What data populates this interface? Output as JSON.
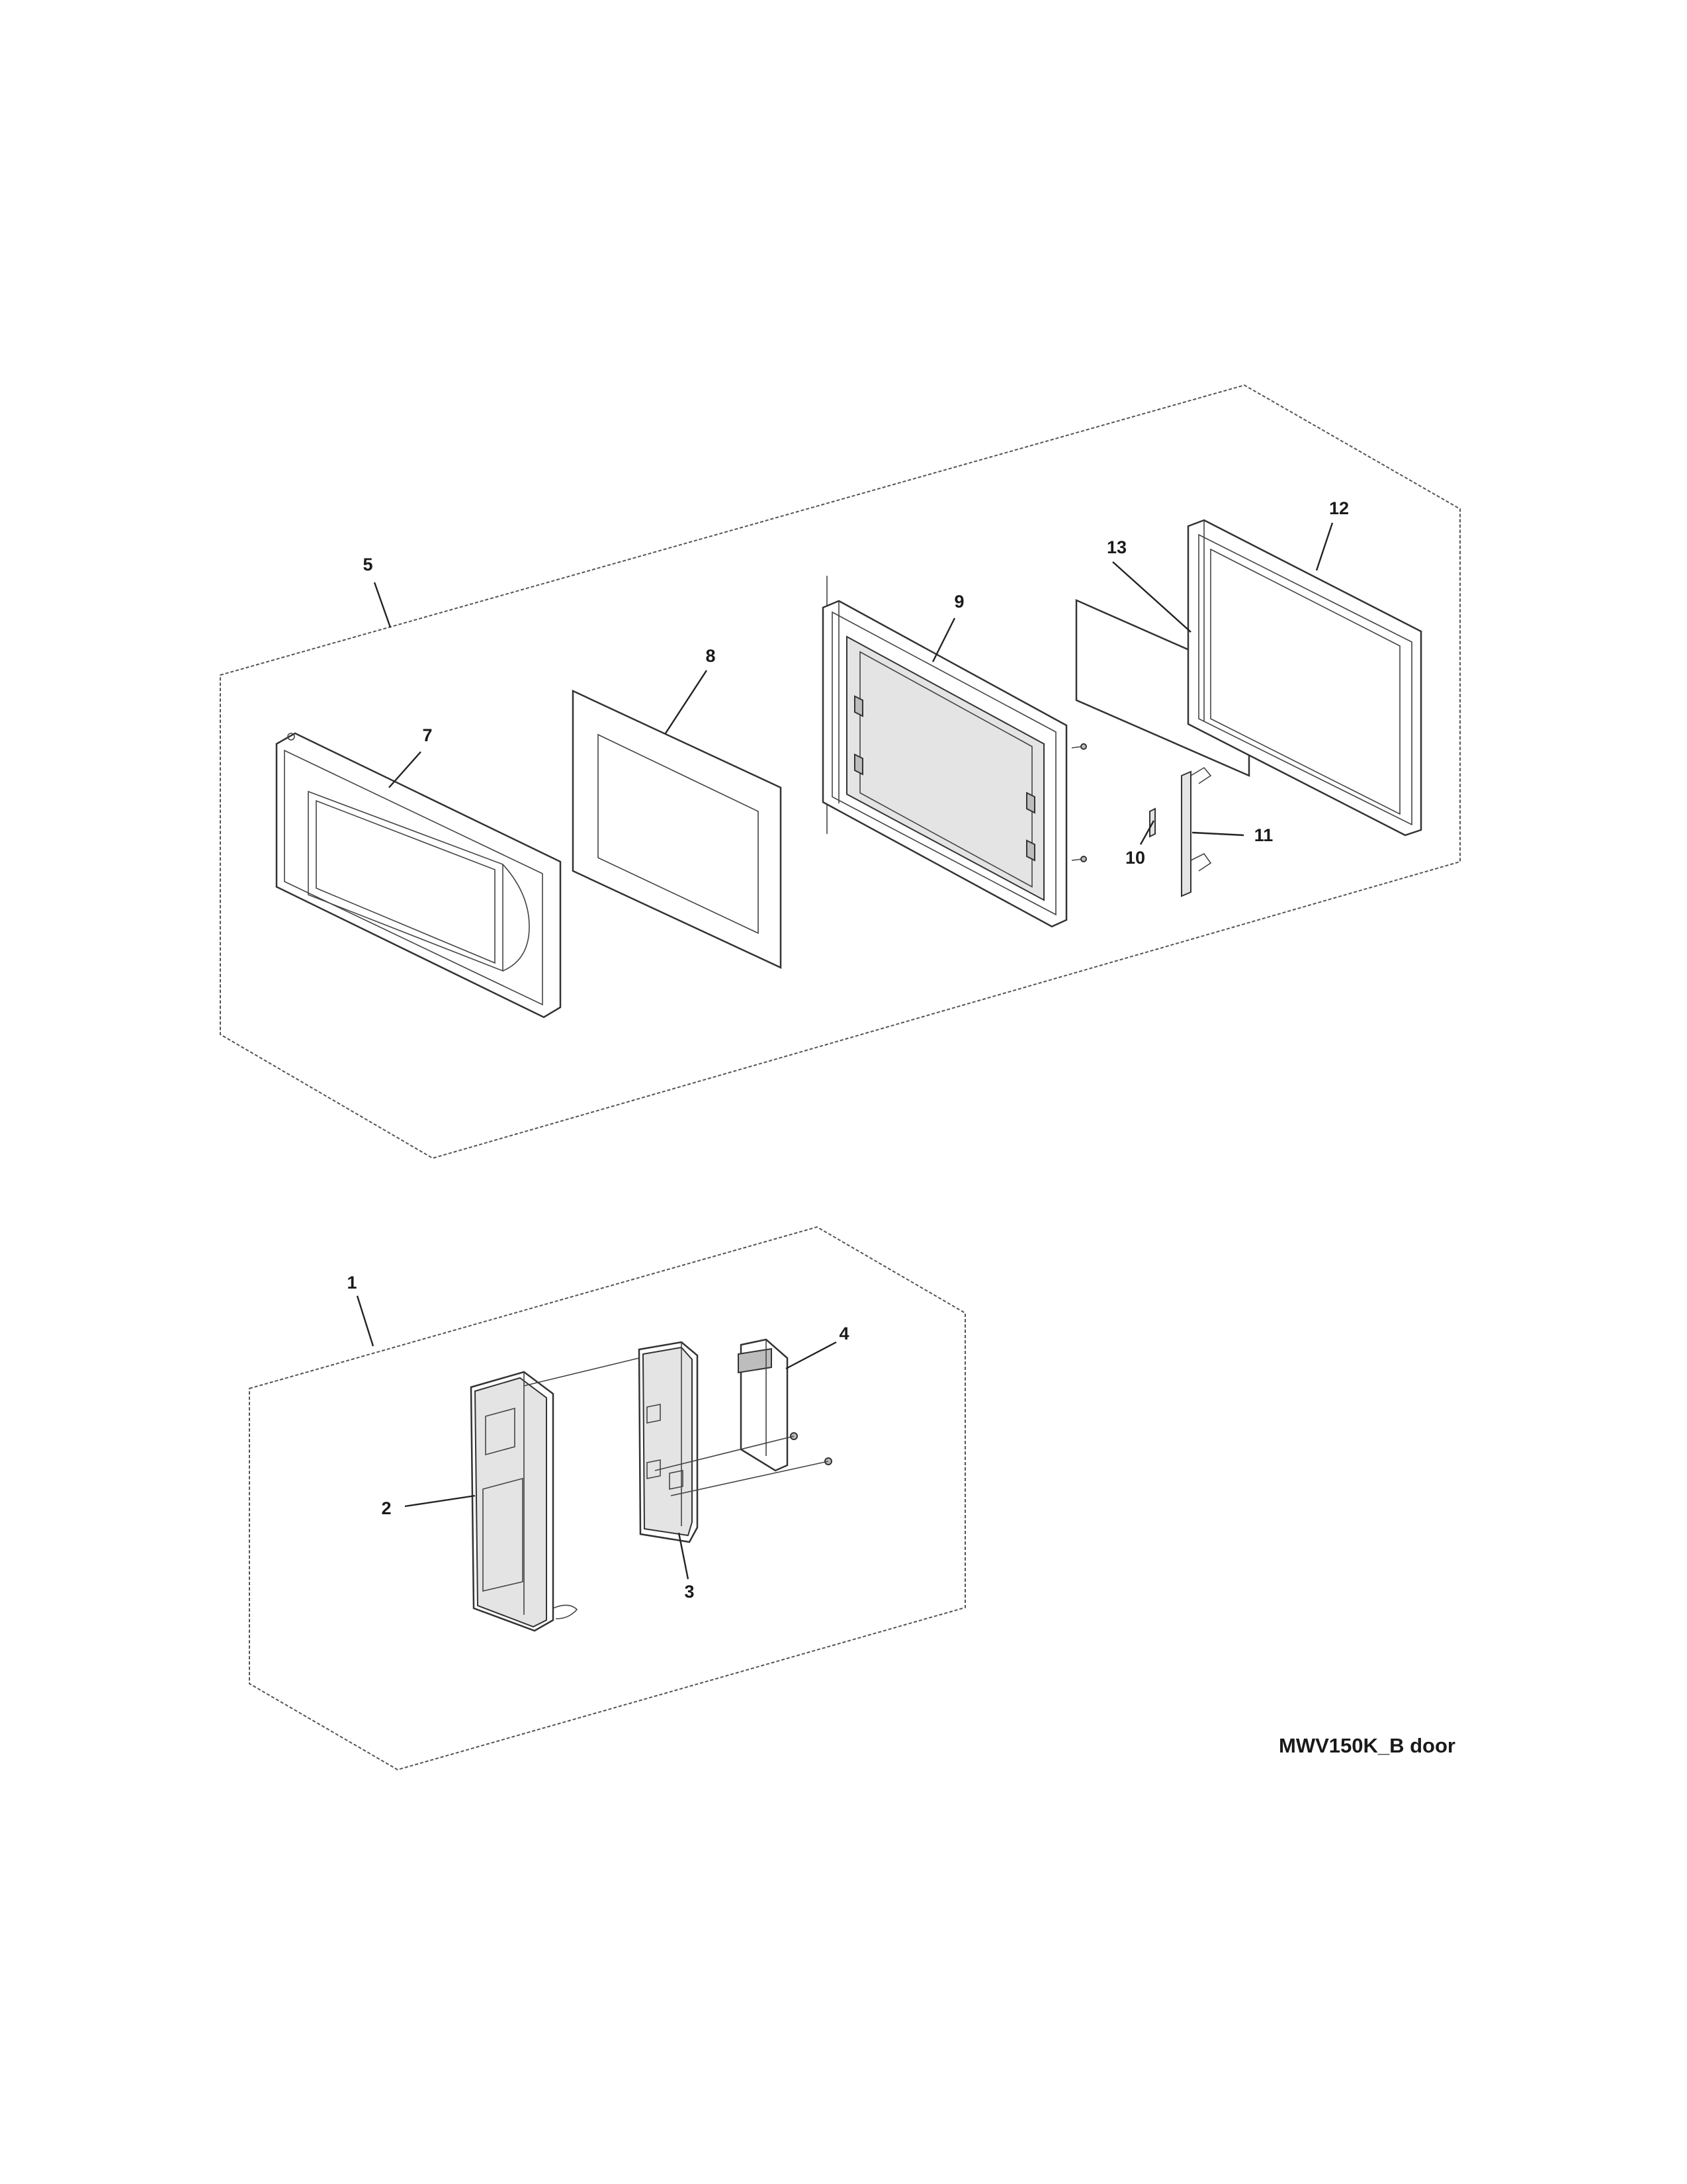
{
  "caption": "MWV150K_B door",
  "callouts": [
    {
      "id": "1",
      "label": "1"
    },
    {
      "id": "2",
      "label": "2"
    },
    {
      "id": "3",
      "label": "3"
    },
    {
      "id": "4",
      "label": "4"
    },
    {
      "id": "5",
      "label": "5"
    },
    {
      "id": "7",
      "label": "7"
    },
    {
      "id": "8",
      "label": "8"
    },
    {
      "id": "9",
      "label": "9"
    },
    {
      "id": "10",
      "label": "10"
    },
    {
      "id": "11",
      "label": "11"
    },
    {
      "id": "12",
      "label": "12"
    },
    {
      "id": "13",
      "label": "13"
    }
  ]
}
